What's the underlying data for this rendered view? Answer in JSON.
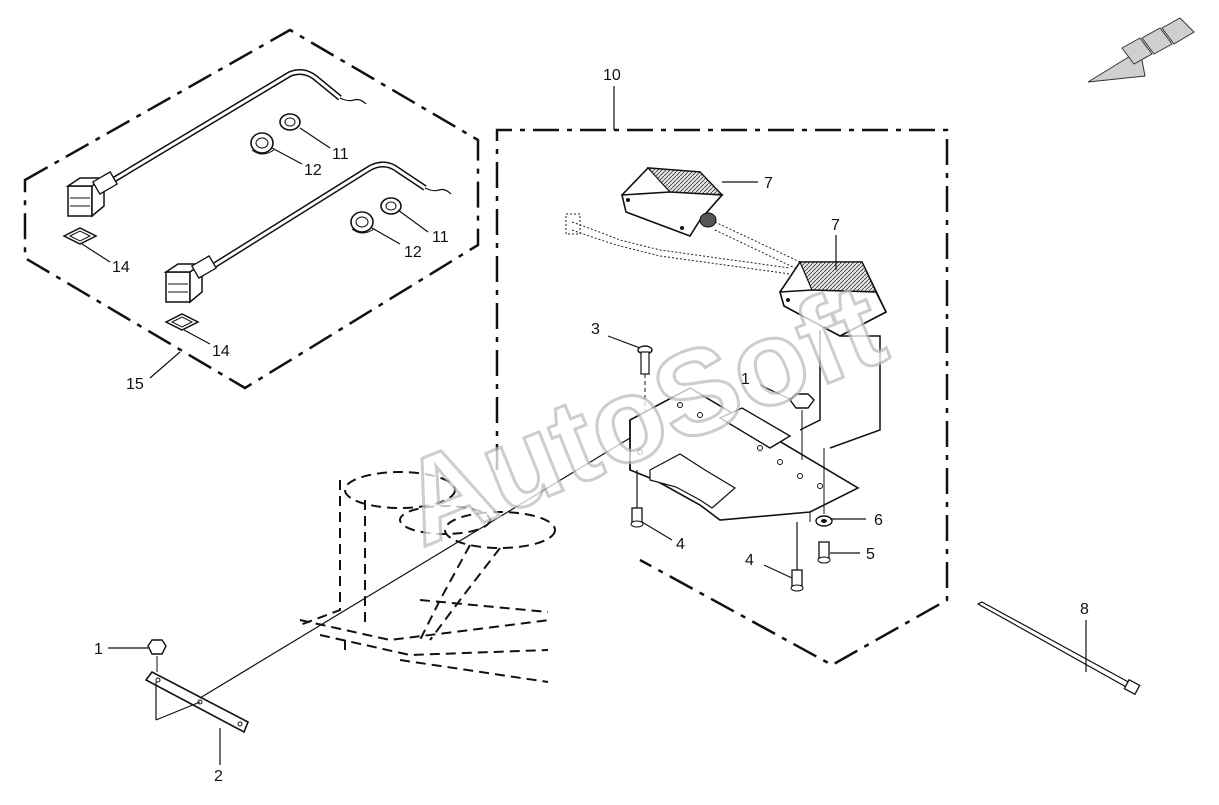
{
  "watermark": "AutoSoft",
  "callouts": {
    "c1_top": "1",
    "c1_bottom": "1",
    "c2": "2",
    "c3": "3",
    "c4_left": "4",
    "c4_right": "4",
    "c5": "5",
    "c6": "6",
    "c7_top": "7",
    "c7_right": "7",
    "c8": "8",
    "c10": "10",
    "c11_top": "11",
    "c11_bottom": "11",
    "c12_top": "12",
    "c12_bottom": "12",
    "c14_left": "14",
    "c14_bottom": "14",
    "c15": "15"
  },
  "colors": {
    "line": "#111111",
    "part_fill": "#ffffff",
    "light_box_fill": "#d9d9d9",
    "arrow_fill": "#c8c8c8",
    "watermark_stroke": "#bdbdbd"
  }
}
